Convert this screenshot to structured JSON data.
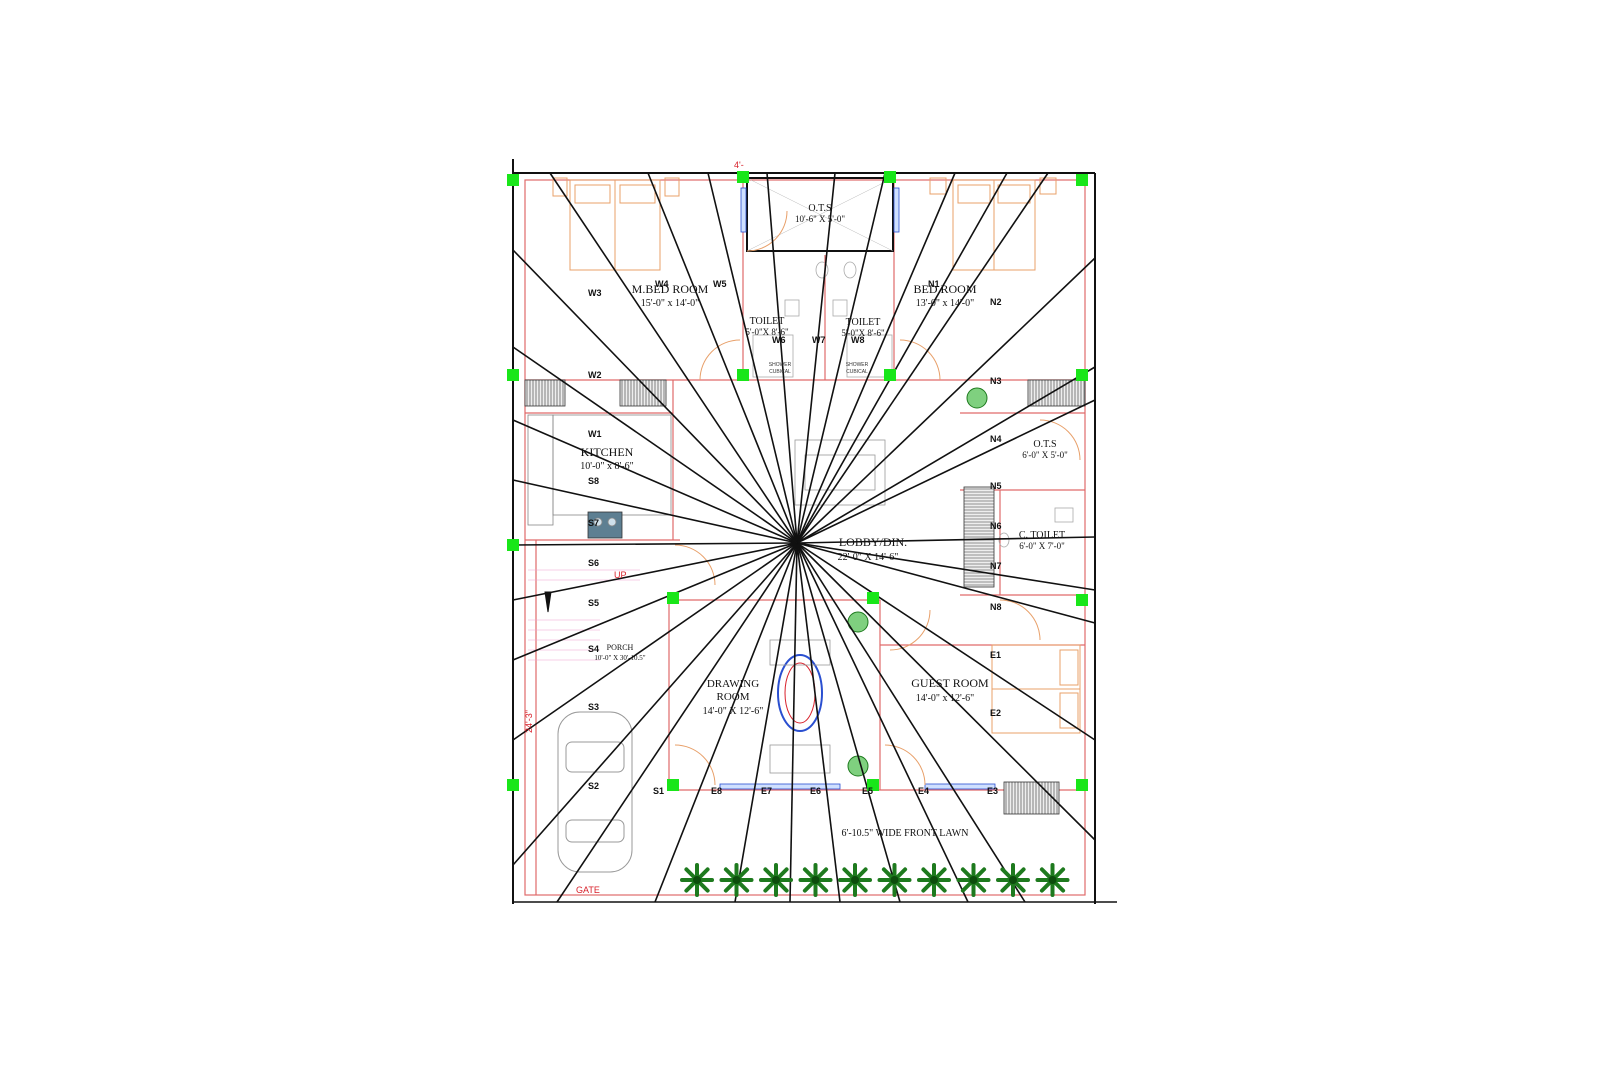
{
  "rooms": [
    {
      "id": "ots-top",
      "name": "O.T.S",
      "dims": "10'-6\" X 5'-0\""
    },
    {
      "id": "master-bed",
      "name": "M.BED ROOM",
      "dims": "15'-0\" x 14'-0\""
    },
    {
      "id": "bed",
      "name": "BED ROOM",
      "dims": "13'-0\" x 14'-0\""
    },
    {
      "id": "toilet-1",
      "name": "TOILET",
      "dims": "5'-0\"X 8'-6\""
    },
    {
      "id": "toilet-2",
      "name": "TOILET",
      "dims": "5'-0\"X 8'-6\""
    },
    {
      "id": "kitchen",
      "name": "KITCHEN",
      "dims": "10'-0\" x 8'-6\""
    },
    {
      "id": "ots-right",
      "name": "O.T.S",
      "dims": "6'-0\" X 5'-0\""
    },
    {
      "id": "c-toilet",
      "name": "C. TOILET",
      "dims": "6'-0\" X 7'-0\""
    },
    {
      "id": "lobby",
      "name": "LOBBY/DIN.",
      "dims": "22'-0\" X 14'-6\""
    },
    {
      "id": "porch",
      "name": "PORCH",
      "dims": "10'-0\" X 30'-10.5\""
    },
    {
      "id": "drawing",
      "name": "DRAWING",
      "name2": "ROOM",
      "dims": "14'-0\" X 12'-6\""
    },
    {
      "id": "guest",
      "name": "GUEST ROOM",
      "dims": "14'-0\" x 12'-6\""
    },
    {
      "id": "lawn",
      "name": "6'-10.5\" WIDE FRONT LAWN",
      "dims": ""
    }
  ],
  "misc": {
    "shower_1": "SHOWER",
    "shower_1b": "CUBICAL",
    "shower_2": "SHOWER",
    "shower_2b": "CUBICAL",
    "up": "UP",
    "gate": "GATE",
    "side_dim": "24'-3\"",
    "top_dim": "4'-"
  },
  "zones": [
    {
      "id": "W1",
      "label": "W1"
    },
    {
      "id": "W2",
      "label": "W2"
    },
    {
      "id": "W3",
      "label": "W3"
    },
    {
      "id": "W4",
      "label": "W4"
    },
    {
      "id": "W5",
      "label": "W5"
    },
    {
      "id": "W6",
      "label": "W6"
    },
    {
      "id": "W7",
      "label": "W7"
    },
    {
      "id": "W8",
      "label": "W8"
    },
    {
      "id": "N1",
      "label": "N1"
    },
    {
      "id": "N2",
      "label": "N2"
    },
    {
      "id": "N3",
      "label": "N3"
    },
    {
      "id": "N4",
      "label": "N4"
    },
    {
      "id": "N5",
      "label": "N5"
    },
    {
      "id": "N6",
      "label": "N6"
    },
    {
      "id": "N7",
      "label": "N7"
    },
    {
      "id": "N8",
      "label": "N8"
    },
    {
      "id": "E1",
      "label": "E1"
    },
    {
      "id": "E2",
      "label": "E2"
    },
    {
      "id": "E3",
      "label": "E3"
    },
    {
      "id": "E4",
      "label": "E4"
    },
    {
      "id": "E5",
      "label": "E5"
    },
    {
      "id": "E6",
      "label": "E6"
    },
    {
      "id": "E7",
      "label": "E7"
    },
    {
      "id": "E8",
      "label": "E8"
    },
    {
      "id": "S1",
      "label": "S1"
    },
    {
      "id": "S2",
      "label": "S2"
    },
    {
      "id": "S3",
      "label": "S3"
    },
    {
      "id": "S4",
      "label": "S4"
    },
    {
      "id": "S5",
      "label": "S5"
    },
    {
      "id": "S6",
      "label": "S6"
    },
    {
      "id": "S7",
      "label": "S7"
    },
    {
      "id": "S8",
      "label": "S8"
    }
  ],
  "colors": {
    "outline": "#111111",
    "wall": "#e06a6a",
    "furniture": "#e8a06a",
    "marker": "#19e619",
    "radial": "#111111",
    "tree": "#1e7a1e",
    "dim_red": "#d8202a"
  }
}
